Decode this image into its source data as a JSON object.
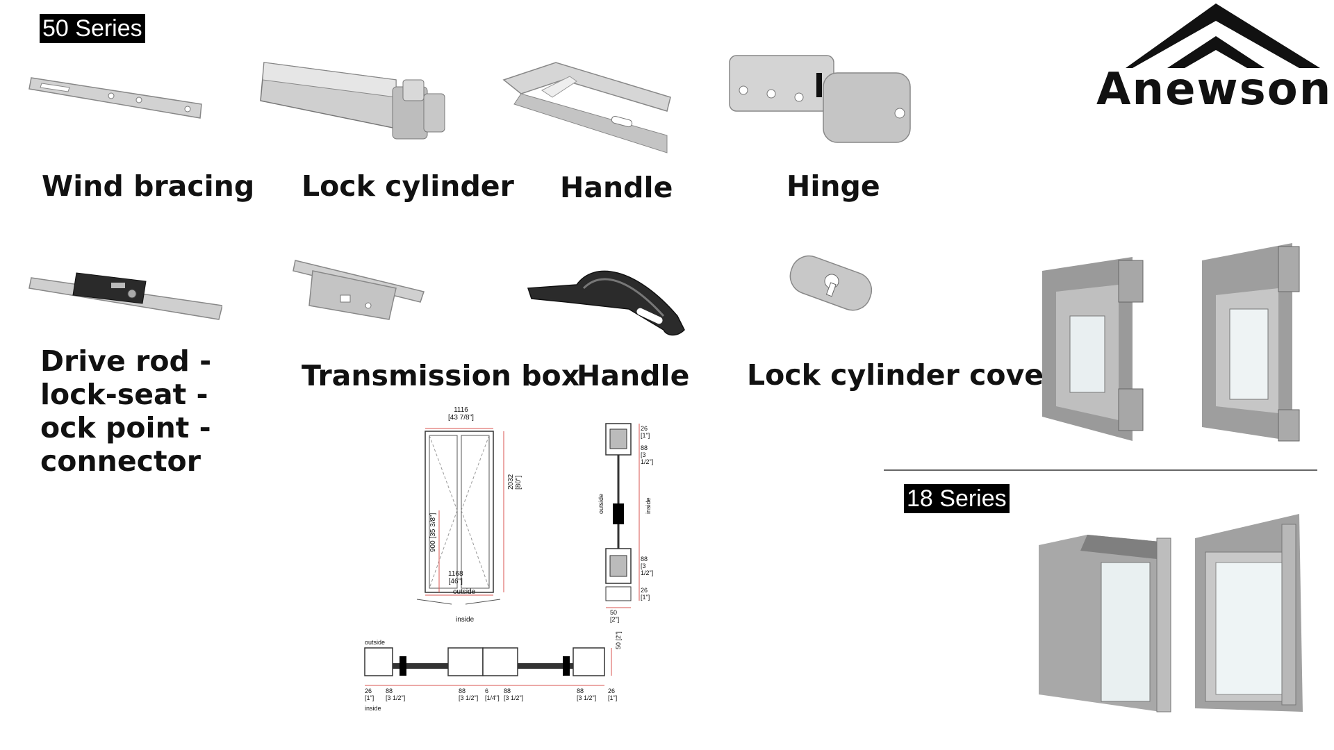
{
  "series_top": "50 Series",
  "series_bottom": "18 Series",
  "brand": "Anewson",
  "parts_row1": [
    "Wind bracing",
    "Lock cylinder",
    "Handle",
    "Hinge"
  ],
  "parts_row2": {
    "drive_rod": [
      "Drive rod -",
      "lock-seat -",
      "ock point -",
      "connector"
    ],
    "transmission_box": "Transmission box",
    "handle": "Handle",
    "lock_cylinder_cover": "Lock cylinder cover"
  },
  "drawing": {
    "width_top": "1116",
    "width_top_in": "[43 7/8\"]",
    "height_right": "2032",
    "height_right_in": "[80\"]",
    "handle_height": "900",
    "handle_height_in": "[35 3/8\"]",
    "width_bottom": "1168",
    "width_bottom_in": "[46\"]",
    "outside": "outside",
    "inside": "inside"
  },
  "section_v": {
    "d26": "26",
    "d26_in": "[1\"]",
    "d88": "88",
    "d88_in": "[3 1/2\"]",
    "d50": "50",
    "d50_in": "[2\"]",
    "outside": "outside",
    "inside": "inside"
  },
  "section_h": {
    "outside": "outside",
    "inside": "inside",
    "dims": [
      "26",
      "88",
      "88",
      "6",
      "88",
      "88",
      "26"
    ],
    "dims_in": [
      "[1\"]",
      "[3 1/2\"]",
      "[3 1/2\"]",
      "[1/4\"]",
      "[3 1/2\"]",
      "[3 1/2\"]",
      "[1\"]"
    ],
    "d50": "50",
    "d50_in": "[2\"]"
  },
  "colors": {
    "accent": "#000000",
    "metal": "#c9c9c9",
    "dim_line": "#d9534f"
  }
}
